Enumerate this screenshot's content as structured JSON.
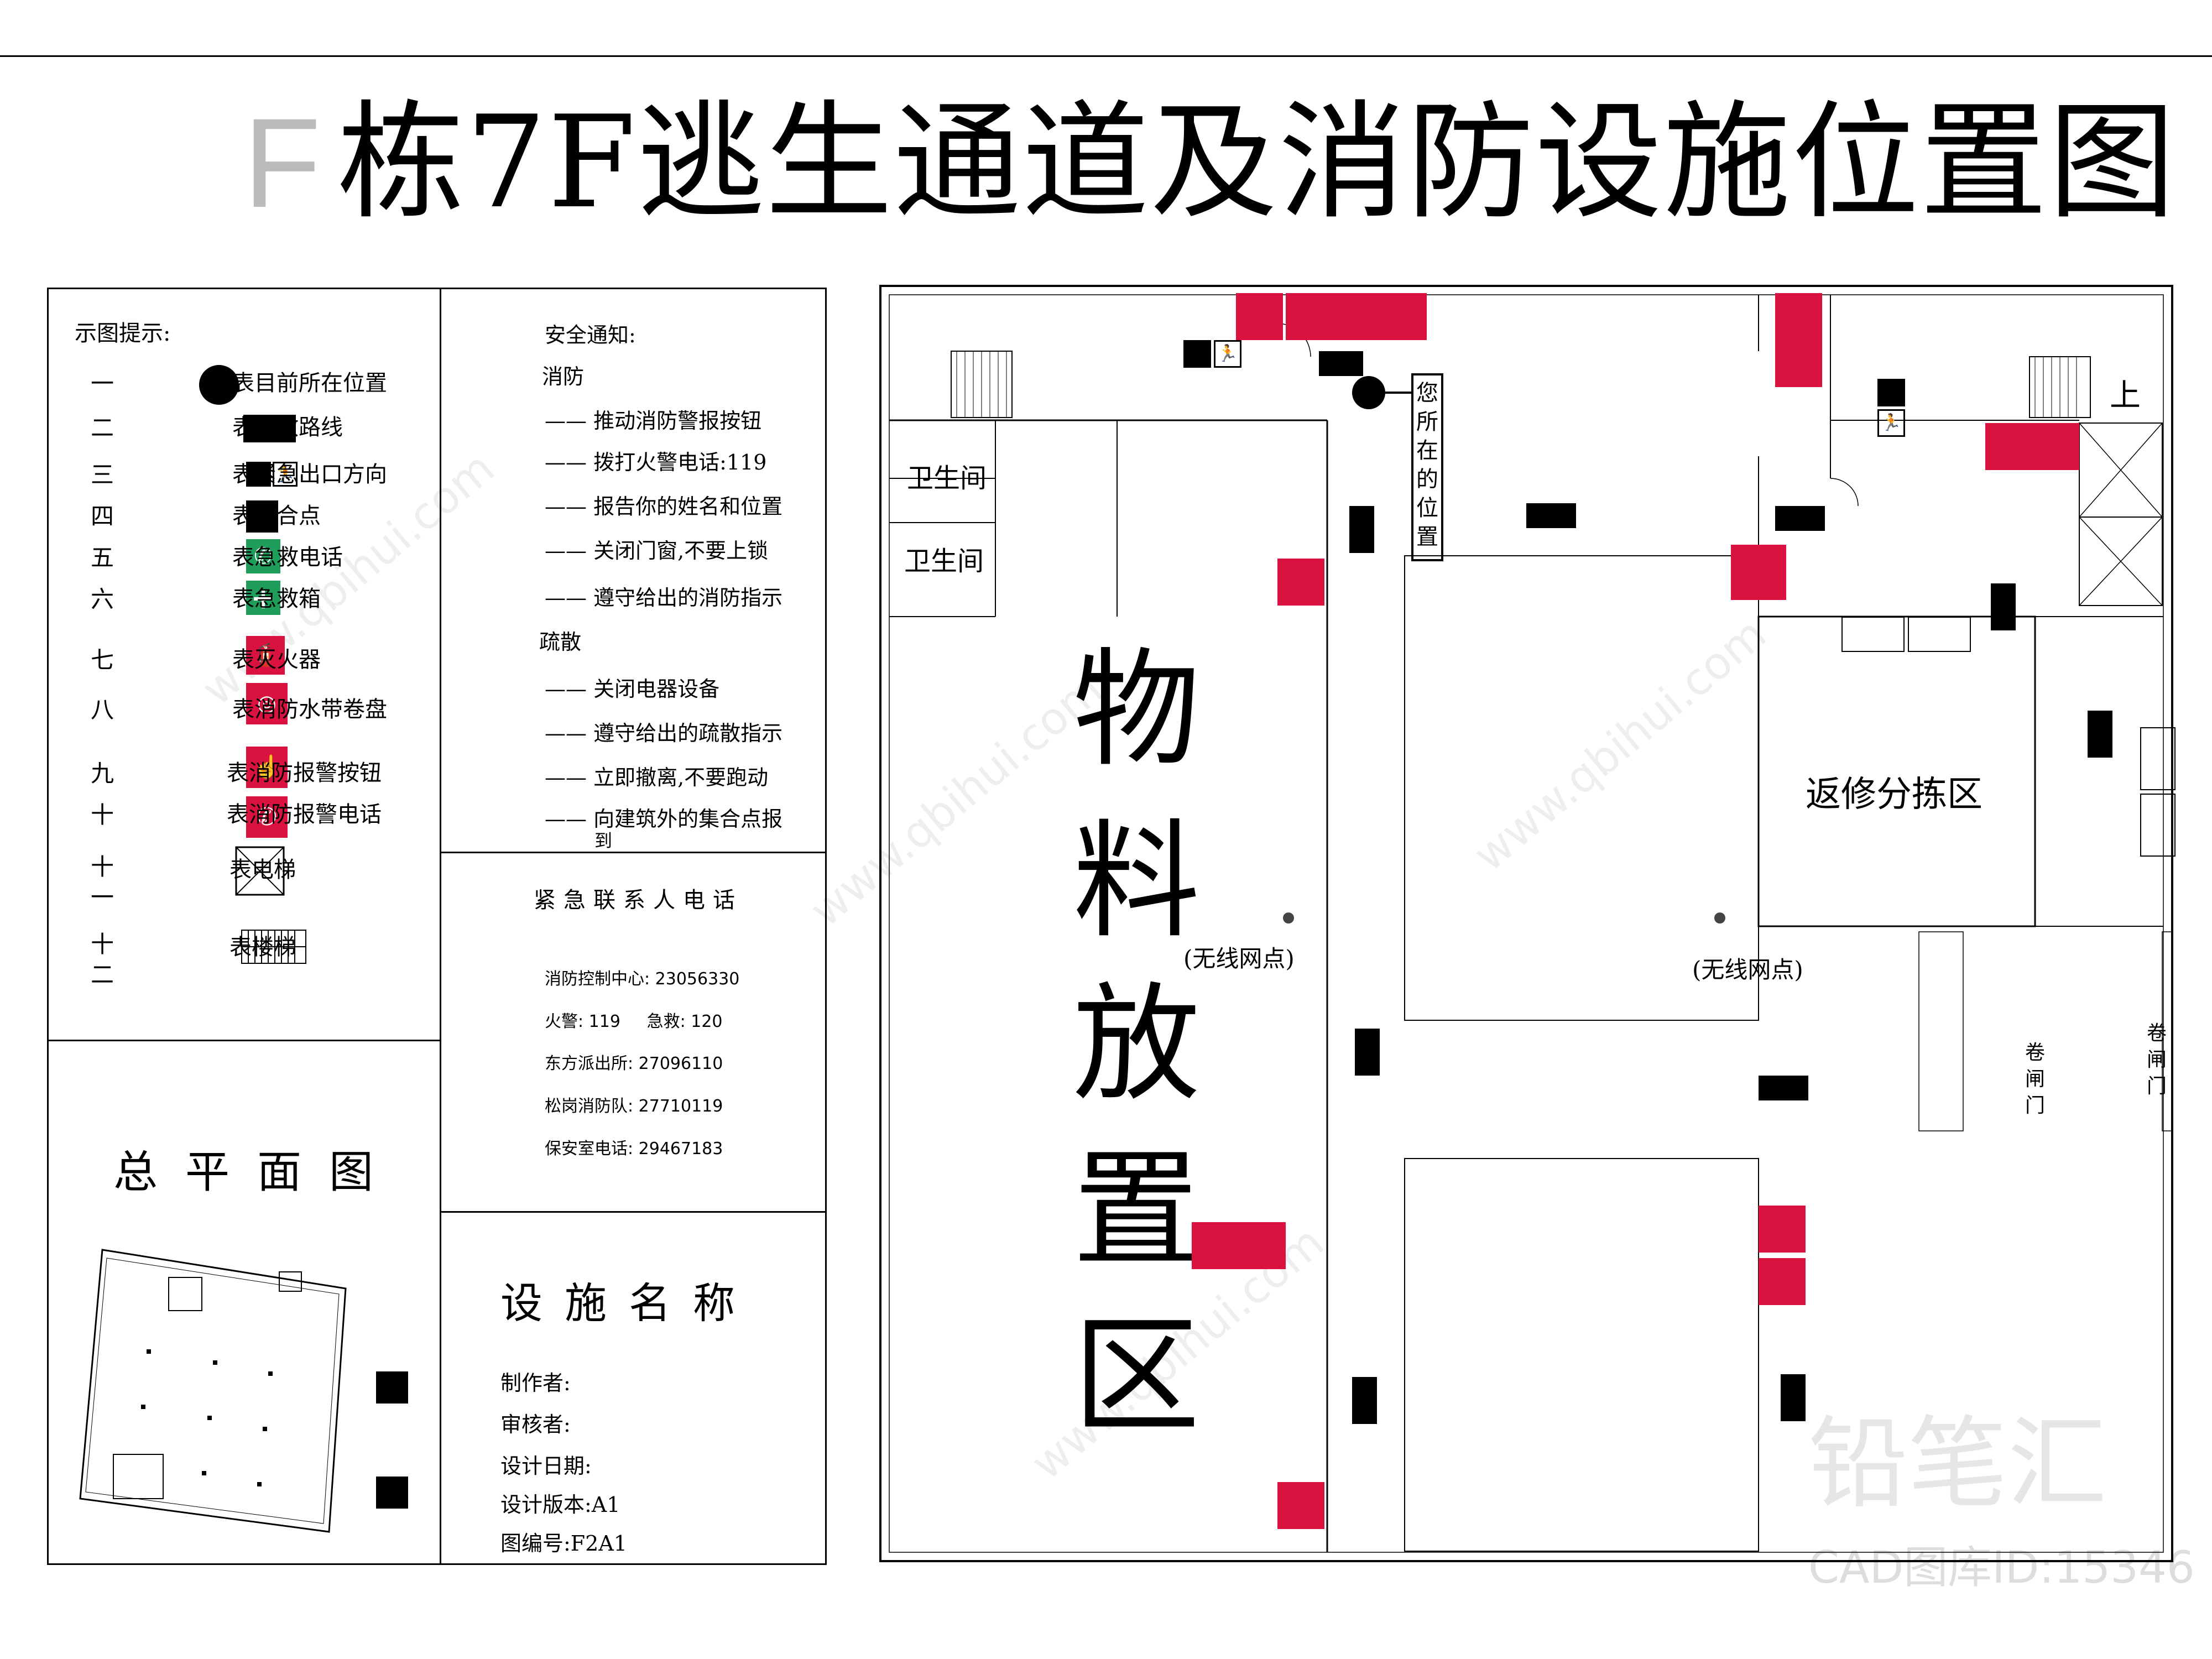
{
  "title_letter": "F",
  "title": "栋7F逃生通道及消防设施位置图",
  "legend": {
    "heading": "示图提示:",
    "items": [
      {
        "num": "一",
        "label": "表目前所在位置",
        "icon": "current-location-dot"
      },
      {
        "num": "二",
        "label": "表疏散路线",
        "icon": "evacuation-route-bar"
      },
      {
        "num": "三",
        "label": "表紧急出口方向",
        "icon": "emergency-exit-icon"
      },
      {
        "num": "四",
        "label": "表集合点",
        "icon": "assembly-point-square"
      },
      {
        "num": "五",
        "label": "表急救电话",
        "icon": "first-aid-phone-icon"
      },
      {
        "num": "六",
        "label": "表急救箱",
        "icon": "first-aid-kit-icon"
      },
      {
        "num": "七",
        "label": "表灭火器",
        "icon": "fire-extinguisher-icon"
      },
      {
        "num": "八",
        "label": "表消防水带卷盘",
        "icon": "fire-hose-reel-icon"
      },
      {
        "num": "九",
        "label": "表消防报警按钮",
        "icon": "fire-alarm-button-icon"
      },
      {
        "num": "十",
        "label": "表消防报警电话",
        "icon": "fire-alarm-phone-icon"
      },
      {
        "num": "十一",
        "label": "表电梯",
        "icon": "elevator-icon"
      },
      {
        "num": "十二",
        "label": "表楼梯",
        "icon": "stairs-icon"
      }
    ],
    "colors": {
      "fire_red": "#d9123f",
      "first_aid_green": "#1e9e5a"
    }
  },
  "notice": {
    "heading": "安全通知:",
    "section_fire": "消防",
    "fire_steps": [
      "—— 推动消防警报按钮",
      "—— 拨打火警电话:119",
      "—— 报告你的姓名和位置",
      "—— 关闭门窗,不要上锁",
      "—— 遵守给出的消防指示"
    ],
    "section_evac": "疏散",
    "evac_steps": [
      "—— 关闭电器设备",
      "—— 遵守给出的疏散指示",
      "—— 立即撤离,不要跑动",
      "—— 向建筑外的集合点报"
    ],
    "evac_tail": "到"
  },
  "contacts": {
    "heading": "紧急联系人电话",
    "lines": [
      "消防控制中心: 23056330",
      "火警: 119     急救: 120",
      "东方派出所: 27096110",
      "松岗消防队: 27710119",
      "保安室电话: 29467183"
    ]
  },
  "site_plan": {
    "heading": "总平面图"
  },
  "facility": {
    "heading": "设施名称",
    "lines": [
      "制作者:",
      "审核者:",
      "设计日期:",
      "设计版本:A1",
      "图编号:F2A1"
    ]
  },
  "floorplan": {
    "toilet_1": "卫生间",
    "toilet_2": "卫生间",
    "material_zone_chars": [
      "物",
      "料",
      "放",
      "置",
      "区"
    ],
    "repair_zone": "返修分拣区",
    "wifi_1": "(无线网点)",
    "wifi_2": "(无线网点)",
    "you_are_here_chars": [
      "您",
      "所",
      "在",
      "的",
      "位",
      "置"
    ],
    "up_mark": "上",
    "roller_door_1_chars": [
      "卷",
      "闸",
      "门"
    ],
    "roller_door_2_chars": [
      "卷",
      "闸",
      "门"
    ]
  },
  "watermark": {
    "site": "www.qbihui.com",
    "brand": "铅笔汇",
    "cad_id": "CAD图库ID:15346"
  }
}
